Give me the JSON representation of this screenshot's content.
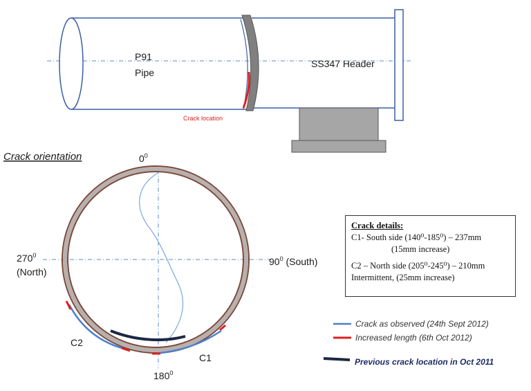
{
  "pipe": {
    "label_line1": "P91",
    "label_line2": "Pipe",
    "header_label": "SS347 Header",
    "crack_location_label": "Crack location"
  },
  "orientation": {
    "title": "Crack orientation",
    "top": "0",
    "top_sup": "0",
    "right": "90",
    "right_sup": "0",
    "right_suffix": " (South)",
    "left": "270",
    "left_sup": "0",
    "left_suffix": "(North)",
    "bottom": "180",
    "bottom_sup": "0",
    "c1": "C1",
    "c2": "C2"
  },
  "details": {
    "title": "Crack details:",
    "c1_line1": "C1- South side (140⁰-185⁰) – 237mm",
    "c1_line2": "(15mm increase)",
    "c2_line1": "C2 – North side (205⁰-245⁰) – 210mm",
    "c2_line2": "Intermittent, (25mm increase)"
  },
  "legend": {
    "observed": "Crack as observed (24th Sept 2012)",
    "increased": "Increased length (6th Oct 2012)",
    "previous": "Previous crack location in Oct 2011"
  },
  "colors": {
    "pipe_outline": "#3a5da8",
    "ring_outer": "#7a4a3a",
    "ring_fill": "#b8b0ae",
    "weld": "#808080",
    "support": "#a6a6a6",
    "observed": "#4a7fd0",
    "increased": "#e02020",
    "previous": "#1c2742",
    "centerline": "#5b8bd0"
  }
}
